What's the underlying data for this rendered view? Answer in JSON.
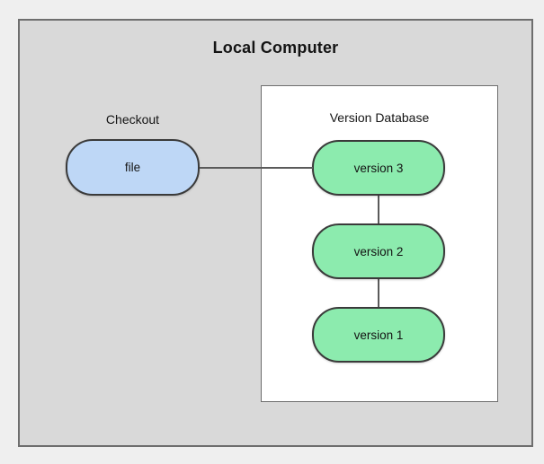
{
  "colors": {
    "page-bg": "#efefef",
    "outer-fill": "#d9d9d9",
    "outer-border": "#6e6e6e",
    "inner-fill": "#ffffff",
    "inner-border": "#6e6e6e",
    "blue-fill": "#bed7f6",
    "green-fill": "#8cebae",
    "node-border": "#3a3a3a",
    "connector": "#5a5a5a",
    "text": "#141414"
  },
  "diagram": {
    "title": "Local Computer",
    "checkout": {
      "label": "Checkout",
      "node": "file"
    },
    "version_database": {
      "label": "Version Database",
      "nodes": [
        {
          "label": "version 3"
        },
        {
          "label": "version 2"
        },
        {
          "label": "version 1"
        }
      ]
    }
  }
}
